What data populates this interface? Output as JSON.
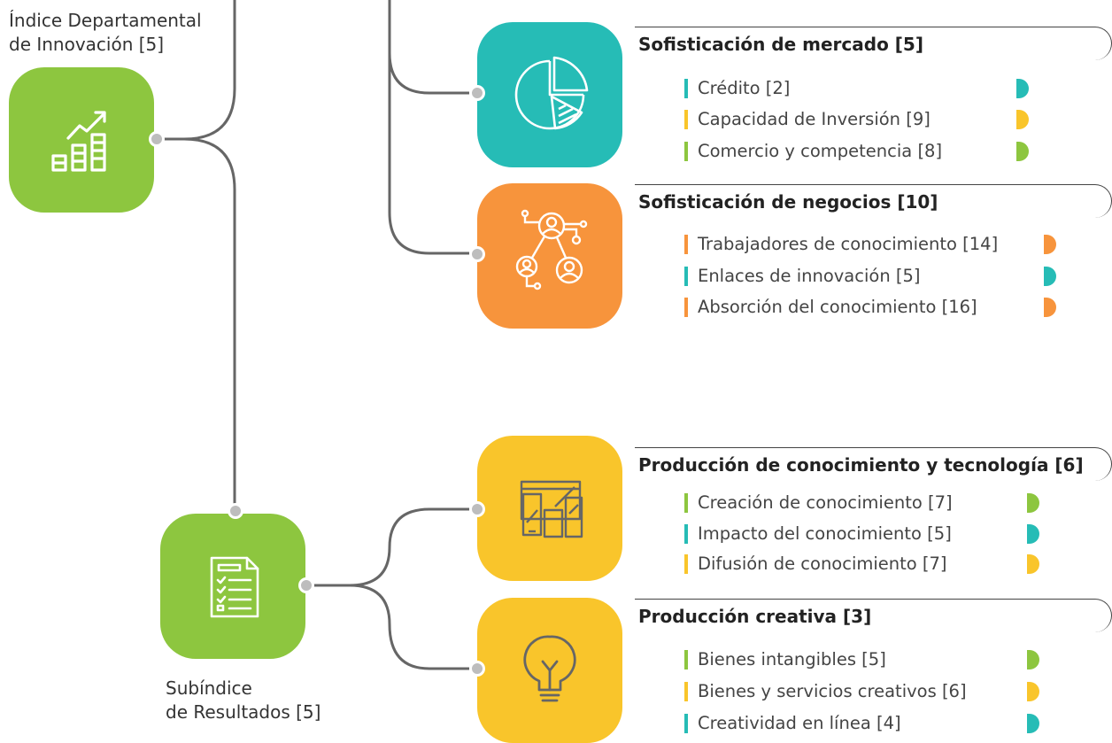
{
  "colors": {
    "green": "#8dc63f",
    "teal": "#26bcb6",
    "orange": "#f7943c",
    "yellow": "#f9c52b",
    "connector": "#666666",
    "dot": "#bdbdbd"
  },
  "index": {
    "title": "Índice Departamental",
    "subtitle": "de Innovación [5]",
    "icon": "growth-chart-icon"
  },
  "results": {
    "title": "Subíndice",
    "subtitle": "de Resultados [5]",
    "icon": "checklist-document-icon"
  },
  "categories": [
    {
      "title": "Sofisticación de mercado [5]",
      "icon": "pie-chart-icon",
      "color": "#26bcb6",
      "items": [
        {
          "label": "Crédito [2]",
          "color": "#26bcb6"
        },
        {
          "label": "Capacidad de Inversión [9]",
          "color": "#f9c52b"
        },
        {
          "label": "Comercio y competencia [8]",
          "color": "#8dc63f"
        }
      ]
    },
    {
      "title": "Sofisticación de negocios [10]",
      "icon": "people-network-icon",
      "color": "#f7943c",
      "items": [
        {
          "label": "Trabajadores de conocimiento [14]",
          "color": "#f7943c"
        },
        {
          "label": "Enlaces de innovación [5]",
          "color": "#26bcb6"
        },
        {
          "label": "Absorción del conocimiento [16]",
          "color": "#f7943c"
        }
      ]
    },
    {
      "title": "Producción de conocimiento y tecnología [6]",
      "icon": "devices-icon",
      "color": "#f9c52b",
      "items": [
        {
          "label": "Creación de conocimiento [7]",
          "color": "#8dc63f"
        },
        {
          "label": "Impacto del conocimiento [5]",
          "color": "#26bcb6"
        },
        {
          "label": "Difusión de conocimiento [7]",
          "color": "#f9c52b"
        }
      ]
    },
    {
      "title": "Producción creativa [3]",
      "icon": "lightbulb-icon",
      "color": "#f9c52b",
      "items": [
        {
          "label": "Bienes intangibles [5]",
          "color": "#8dc63f"
        },
        {
          "label": "Bienes y servicios creativos [6]",
          "color": "#f9c52b"
        },
        {
          "label": "Creatividad en línea [4]",
          "color": "#26bcb6"
        }
      ]
    }
  ]
}
